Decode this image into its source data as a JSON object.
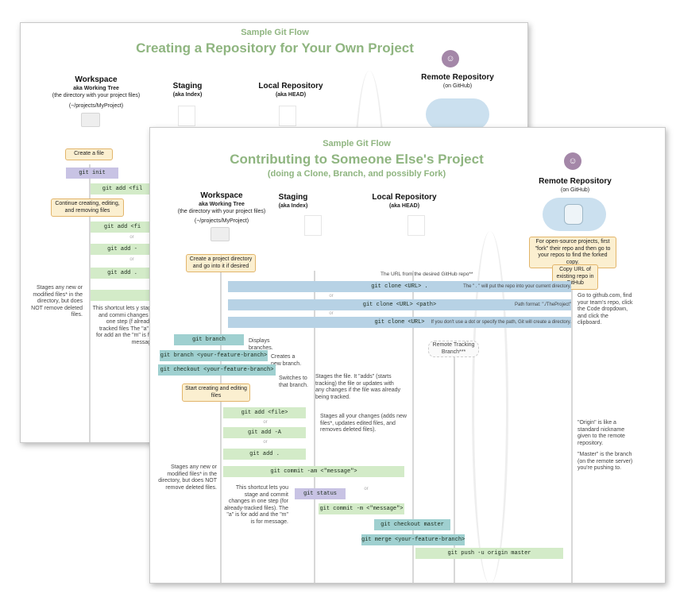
{
  "back": {
    "sample": "Sample Git Flow",
    "title": "Creating a Repository for Your Own Project",
    "workspace_title": "Workspace",
    "workspace_aka": "aka Working Tree",
    "workspace_desc": "(the directory with your project files)",
    "workspace_path": "(~/projects/MyProject)",
    "staging_title": "Staging",
    "staging_aka": "(aka Index)",
    "local_title": "Local Repository",
    "local_aka": "(aka HEAD)",
    "remote_title": "Remote Repository",
    "remote_aka": "(on GitHub)",
    "create_file": "Create a file",
    "git_init": "git init",
    "git_add_file": "git add <fil",
    "continue_note": "Continue creating, editing, and removing files",
    "add_fi": "git add <fi",
    "or": "or",
    "add_a": "git add -",
    "add_dot": "git add .",
    "stages_note": "Stages any new or modified files* in the directory, but does NOT remove deleted files.",
    "shortcut_note": "This shortcut lets y stage and commi changes in one step (f already-tracked files The \"a\" is for add an the \"m\" is for message"
  },
  "front": {
    "sample": "Sample Git Flow",
    "title": "Contributing to Someone Else's Project",
    "subtitle": "(doing a Clone, Branch, and possibly Fork)",
    "workspace_title": "Workspace",
    "workspace_aka": "aka Working Tree",
    "workspace_desc": "(the directory with your project files)",
    "workspace_path": "(~/projects/MyProject)",
    "staging_title": "Staging",
    "staging_aka": "(aka Index)",
    "local_title": "Local Repository",
    "local_aka": "(aka HEAD)",
    "remote_title": "Remote Repository",
    "remote_aka": "(on GitHub)",
    "fork_note": "For open-source projects, first \"fork\" their repo and then go to your repos to find the forked copy.",
    "copy_url": "Copy URL of existing repo in GitHub",
    "create_dir": "Create a project directory and go into it if desired",
    "url_note": "The URL from the desired GitHub repo**",
    "clone_dot": "git clone <URL> .",
    "clone_dot_note": "The \" . \" will put the repo into your current directory.",
    "or": "or",
    "clone_path": "git clone <URL> <path>",
    "clone_path_note": "Path format: \"./TheProject\"",
    "clone_plain": "git clone <URL>",
    "clone_plain_note": "If you don't use a dot or specify the path, Git will create a directory.",
    "goto_note": "Go to github.com, find your team's repo, click the Code dropdown, and click the clipboard.",
    "git_branch": "git branch",
    "displays_note": "Displays branches.",
    "branch_new": "git branch <your-feature-branch>",
    "creates_note": "Creates a new branch.",
    "checkout_new": "git checkout <your-feature-branch>",
    "switches_note": "Switches to that branch.",
    "remote_tracking": "Remote Tracking Branch***",
    "start_note": "Start creating and editing files",
    "stages_file_note": "Stages the file. It \"adds\" (starts tracking) the file or updates with any changes if the file was already being tracked.",
    "add_file": "git add <file>",
    "add_a": "git add -A",
    "stages_all_note": "Stages all your changes (adds new files*, updates edited files, and removes deleted files).",
    "add_dot": "git add .",
    "stages_new_note": "Stages any new or modified files* in the directory, but does NOT remove deleted files.",
    "commit_am": "git commit -am <\"message\">",
    "shortcut_note": "This shortcut lets you stage and commit changes in one step (for already-tracked files). The \"a\" is for add and the \"m\" is for message.",
    "git_status": "git status",
    "commit_m": "git commit -m <\"message\">",
    "checkout_master": "git checkout master",
    "merge": "git merge <your-feature-branch>",
    "push": "git push -u origin master",
    "origin_note": "\"Origin\" is like a standard nickname given to the remote repository.",
    "master_note": "\"Master\" is the branch (on the remote server) you're pushing to."
  }
}
